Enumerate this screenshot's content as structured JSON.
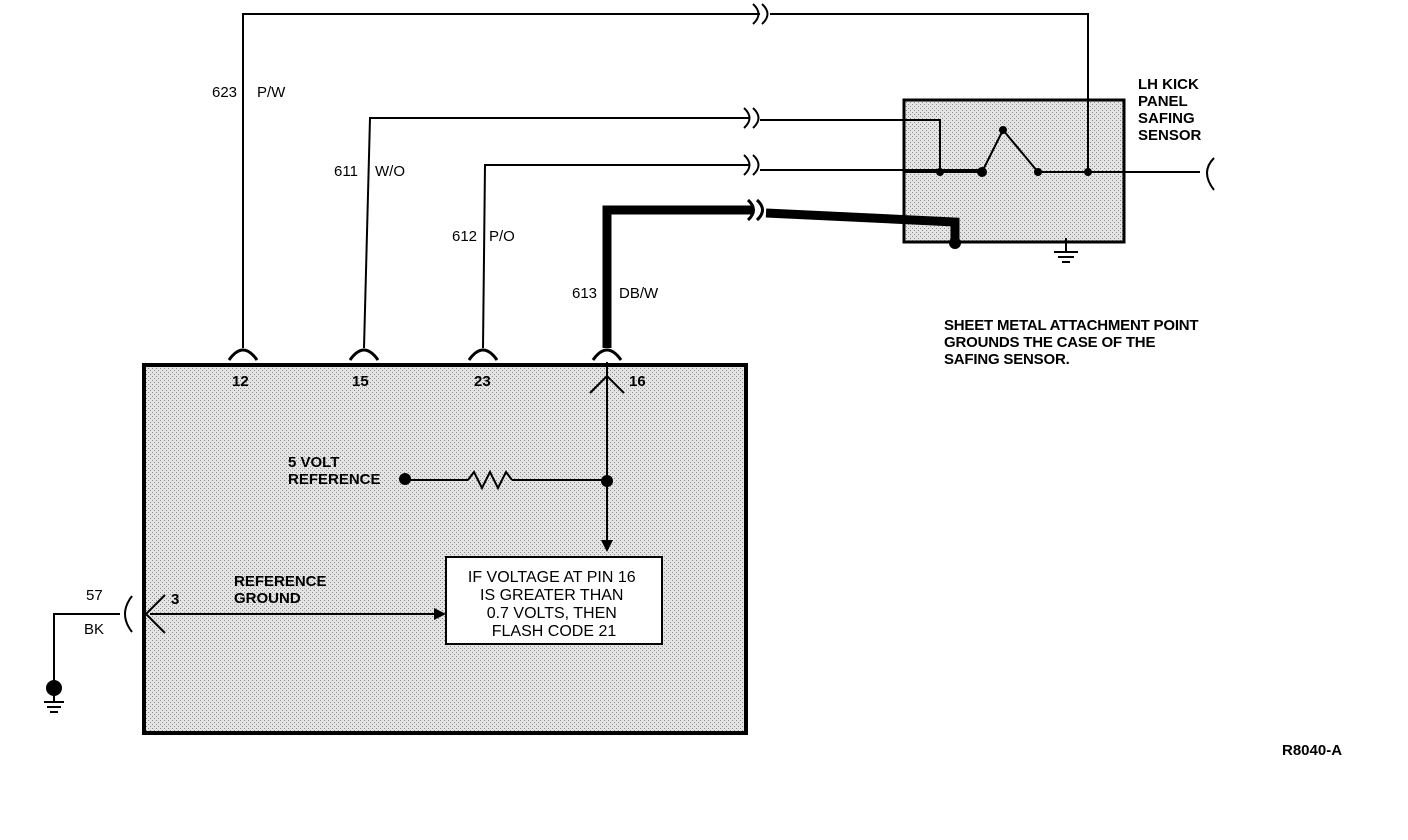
{
  "wires": {
    "w623": {
      "number": "623",
      "color": "P/W"
    },
    "w611": {
      "number": "611",
      "color": "W/O"
    },
    "w612": {
      "number": "612",
      "color": "P/O"
    },
    "w613": {
      "number": "613",
      "color": "DB/W"
    },
    "w57": {
      "number": "57",
      "color": "BK"
    }
  },
  "module": {
    "pins": {
      "p12": "12",
      "p15": "15",
      "p23": "23",
      "p16": "16",
      "p3": "3"
    },
    "five_volt_reference": [
      "5 VOLT",
      "REFERENCE"
    ],
    "reference_ground": [
      "REFERENCE",
      "GROUND"
    ],
    "logic_box": [
      "IF VOLTAGE AT PIN 16",
      "IS GREATER THAN",
      "0.7 VOLTS, THEN",
      "FLASH CODE 21"
    ]
  },
  "sensor": {
    "title": [
      "LH KICK",
      "PANEL",
      "SAFING",
      "SENSOR"
    ]
  },
  "note": [
    "SHEET METAL ATTACHMENT POINT",
    "GROUNDS THE CASE OF THE",
    "SAFING SENSOR."
  ],
  "figure_code": "R8040-A"
}
